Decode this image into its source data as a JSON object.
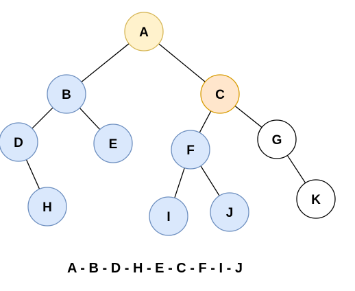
{
  "colors": {
    "highlight_root_fill": "#fff2cc",
    "highlight_root_stroke": "#d6b656",
    "highlight_c_fill": "#ffe6cc",
    "highlight_c_stroke": "#d79b00",
    "visited_fill": "#dae8fc",
    "visited_stroke": "#6c8ebf",
    "plain_fill": "#ffffff",
    "plain_stroke": "#000000",
    "edge": "#000000"
  },
  "nodes": [
    {
      "id": "A",
      "label": "A",
      "style": "root"
    },
    {
      "id": "B",
      "label": "B",
      "style": "visited"
    },
    {
      "id": "C",
      "label": "C",
      "style": "current"
    },
    {
      "id": "D",
      "label": "D",
      "style": "visited"
    },
    {
      "id": "E",
      "label": "E",
      "style": "visited"
    },
    {
      "id": "F",
      "label": "F",
      "style": "visited"
    },
    {
      "id": "G",
      "label": "G",
      "style": "plain"
    },
    {
      "id": "H",
      "label": "H",
      "style": "visited"
    },
    {
      "id": "I",
      "label": "I",
      "style": "visited"
    },
    {
      "id": "J",
      "label": "J",
      "style": "visited"
    },
    {
      "id": "K",
      "label": "K",
      "style": "plain"
    }
  ],
  "edges": [
    [
      "A",
      "B"
    ],
    [
      "A",
      "C"
    ],
    [
      "B",
      "D"
    ],
    [
      "B",
      "E"
    ],
    [
      "D",
      "H"
    ],
    [
      "C",
      "F"
    ],
    [
      "C",
      "G"
    ],
    [
      "F",
      "I"
    ],
    [
      "F",
      "J"
    ],
    [
      "G",
      "K"
    ]
  ],
  "traversal_text": "A - B - D - H - E - C - F - I - J"
}
